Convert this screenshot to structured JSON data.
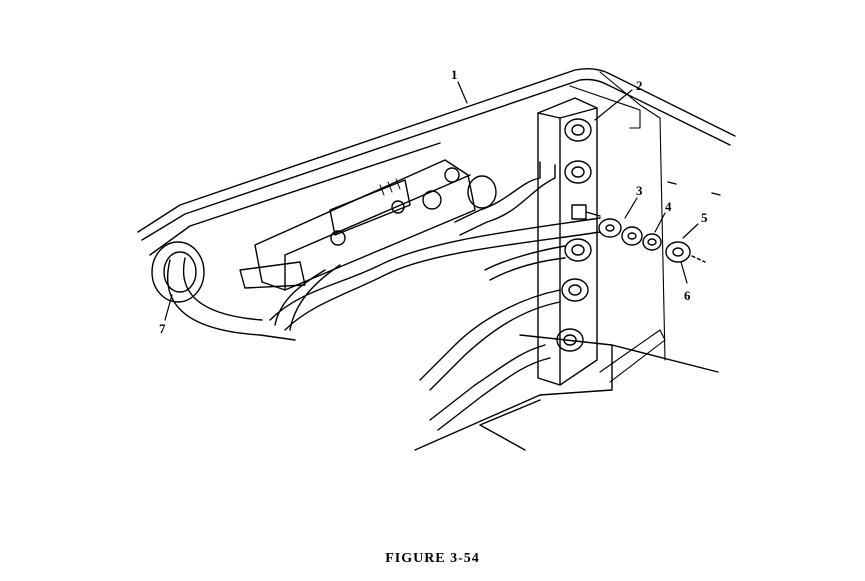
{
  "caption": "FIGURE 3-54",
  "callouts": [
    {
      "id": "1",
      "text": "1"
    },
    {
      "id": "2",
      "text": "2"
    },
    {
      "id": "3",
      "text": "3"
    },
    {
      "id": "4",
      "text": "4"
    },
    {
      "id": "5",
      "text": "5"
    },
    {
      "id": "6",
      "text": "6"
    },
    {
      "id": "7",
      "text": "7"
    }
  ]
}
